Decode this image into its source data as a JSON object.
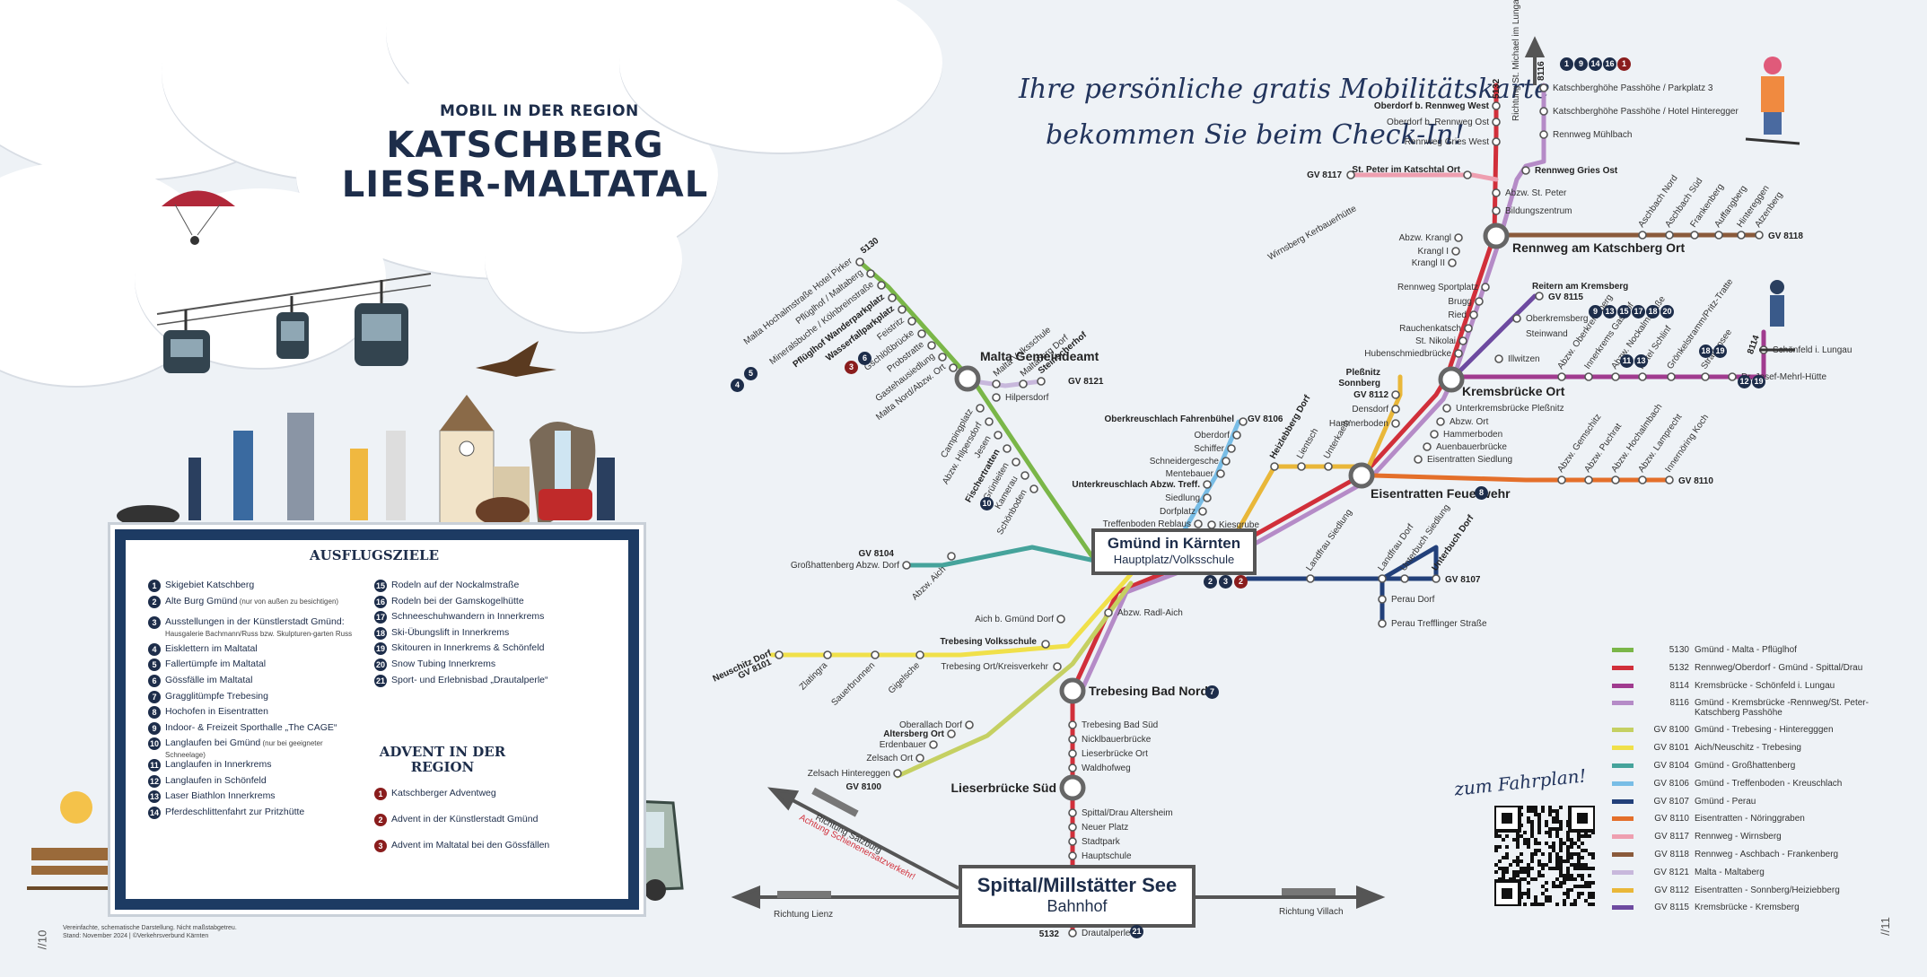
{
  "header": {
    "kicker": "MOBIL IN DER REGION",
    "title_line1": "KATSCHBERG",
    "title_line2": "LIESER-MALTATAL"
  },
  "tagline": {
    "line1": "Ihre persönliche gratis Mobilitätskarte",
    "line2": "bekommen Sie beim Check-In!"
  },
  "board": {
    "title": "AUSFLUGSZIELE",
    "left": [
      {
        "n": "1",
        "t": "Skigebiet Katschberg"
      },
      {
        "n": "2",
        "t": "Alte Burg Gmünd",
        "note": "(nur von außen zu besichtigen)"
      },
      {
        "n": "3",
        "t": "Ausstellungen in der Künstlerstadt Gmünd:",
        "note": "Hausgalerie Bachmann/Russ bzw. Skulpturen-garten Russ"
      },
      {
        "n": "4",
        "t": "Eisklettern im Maltatal"
      },
      {
        "n": "5",
        "t": "Fallertümpfe im Maltatal"
      },
      {
        "n": "6",
        "t": "Gössfälle im Maltatal"
      },
      {
        "n": "7",
        "t": "Gragglitümpfe Trebesing"
      },
      {
        "n": "8",
        "t": "Hochofen in Eisentratten"
      },
      {
        "n": "9",
        "t": "Indoor- & Freizeit Sporthalle „The CAGE“"
      },
      {
        "n": "10",
        "t": "Langlaufen bei Gmünd",
        "note": "(nur bei geeigneter Schneelage)"
      },
      {
        "n": "11",
        "t": "Langlaufen in Innerkrems"
      },
      {
        "n": "12",
        "t": "Langlaufen in Schönfeld"
      },
      {
        "n": "13",
        "t": "Laser Biathlon Innerkrems"
      },
      {
        "n": "14",
        "t": "Pferdeschlittenfahrt zur Pritzhütte"
      }
    ],
    "right": [
      {
        "n": "15",
        "t": "Rodeln auf der Nockalmstraße"
      },
      {
        "n": "16",
        "t": "Rodeln bei der Gamskogelhütte"
      },
      {
        "n": "17",
        "t": "Schneeschuhwandern in Innerkrems"
      },
      {
        "n": "18",
        "t": "Ski-Übungslift in Innerkrems"
      },
      {
        "n": "19",
        "t": "Skitouren in Innerkrems & Schönfeld"
      },
      {
        "n": "20",
        "t": "Snow Tubing Innerkrems"
      },
      {
        "n": "21",
        "t": "Sport- und Erlebnisbad „Drautalperle“"
      }
    ],
    "advent_title": "ADVENT IN DER REGION",
    "advent": [
      {
        "n": "1",
        "t": "Katschberger Adventweg"
      },
      {
        "n": "2",
        "t": "Advent in der Künstlerstadt Gmünd"
      },
      {
        "n": "3",
        "t": "Advent im Maltatal bei den Gössfällen"
      }
    ]
  },
  "footer_note": {
    "line1": "Vereinfachte, schematische Darstellung. Nicht maßstabgetreu.",
    "line2": "Stand: November 2024 | ©Verkehrsverbund Kärnten"
  },
  "page_left": "//10",
  "page_right": "//11",
  "hubs": {
    "gmuend_title": "Gmünd in Kärnten",
    "gmuend_sub": "Hauptplatz/Volksschule",
    "spittal_title": "Spittal/Millstätter See",
    "spittal_sub": "Bahnhof",
    "malta": "Malta Gemeindeamt",
    "trebesing": "Trebesing Bad Nord",
    "lieserbruecke": "Lieserbrücke Süd",
    "eisentratten": "Eisentratten Feuerwehr",
    "kremsbruecke": "Kremsbrücke Ort",
    "rennweg": "Rennweg am Katschberg Ort"
  },
  "directions": {
    "salzburg": "Richtung Salzburg",
    "schienen": "Achtung Schienenersatzverkehr!",
    "lienz": "Richtung Lienz",
    "villach": "Richtung Villach",
    "michael": "Richtung St. Michael im Lungau"
  },
  "qr_label": "zum Fahrplan!",
  "line_colors": {
    "5130": "#7ab648",
    "5132": "#d12f3a",
    "8114": "#a03b8f",
    "8116": "#b58bc7",
    "8100": "#c5d062",
    "8101": "#f0e04a",
    "8104": "#45a39b",
    "8106": "#78bde6",
    "8107": "#22407a",
    "8110": "#e46f2a",
    "8117": "#ee9fb0",
    "8118": "#8a5a3b",
    "8121": "#c8b8dc",
    "8112": "#e9b739",
    "8115": "#6d4aa0"
  },
  "legend": [
    {
      "code": "5130",
      "t": "Gmünd - Malta - Pflüglhof",
      "c": "#7ab648"
    },
    {
      "code": "5132",
      "t": "Rennweg/Oberdorf - Gmünd - Spittal/Drau",
      "c": "#d12f3a"
    },
    {
      "code": "8114",
      "t": "Kremsbrücke - Schönfeld i. Lungau",
      "c": "#a03b8f"
    },
    {
      "code": "8116",
      "t": "Gmünd - Kremsbrücke -Rennweg/St. Peter-Katschberg Passhöhe",
      "c": "#b58bc7"
    },
    {
      "code": "GV 8100",
      "t": "Gmünd - Trebesing - Hinteregggen",
      "c": "#c5d062"
    },
    {
      "code": "GV 8101",
      "t": "Aich/Neuschitz - Trebesing",
      "c": "#f0e04a"
    },
    {
      "code": "GV 8104",
      "t": "Gmünd - Großhattenberg",
      "c": "#45a39b"
    },
    {
      "code": "GV 8106",
      "t": "Gmünd - Treffenboden - Kreuschlach",
      "c": "#78bde6"
    },
    {
      "code": "GV 8107",
      "t": "Gmünd - Perau",
      "c": "#22407a"
    },
    {
      "code": "GV 8110",
      "t": "Eisentratten - Nöringgraben",
      "c": "#e46f2a"
    },
    {
      "code": "GV 8117",
      "t": "Rennweg - Wirnsberg",
      "c": "#ee9fb0"
    },
    {
      "code": "GV 8118",
      "t": "Rennweg - Aschbach - Frankenberg",
      "c": "#8a5a3b"
    },
    {
      "code": "GV 8121",
      "t": "Malta - Maltaberg",
      "c": "#c8b8dc"
    },
    {
      "code": "GV 8112",
      "t": "Eisentratten - Sonnberg/Heiziebberg",
      "c": "#e9b739"
    },
    {
      "code": "GV 8115",
      "t": "Kremsbrücke - Kremsberg",
      "c": "#6d4aa0"
    }
  ],
  "stops": {
    "katschberghoehe": "Katschberghöhe Passhöhe / Parkplatz 3",
    "passhoehe_hotel": "Katschberghöhe Passhöhe / Hotel Hinteregger",
    "muehlbach": "Rennweg Mühlbach",
    "oberdorf_west": "Oberdorf b. Rennweg West",
    "oberdorf_ost": "Oberdorf b. Rennweg Ost",
    "gries_west": "Rennweg Gries West",
    "gries_ost": "Rennweg Gries Ost",
    "st_peter": "St. Peter im Katschtal Ort",
    "abzw_st_peter": "Abzw. St. Peter",
    "bildung": "Bildungszentrum",
    "gv8117": "GV 8117",
    "wirnsberg": "Wirnsberg Kerbauerhütte",
    "abzw_krangl": "Abzw. Krangl",
    "krangl1": "Krangl I",
    "krangl2": "Krangl II",
    "sportplatz": "Rennweg Sportplatz",
    "brugg": "Brugg",
    "ried": "Ried",
    "rauchenkatsch": "Rauchenkatsch",
    "st_nikolai": "St. Nikolai",
    "hubenschmied": "Hubenschmiedbrücke",
    "reitern": "Reitern am Kremsberg",
    "gv8115": "GV 8115",
    "oberkrems": "Oberkremsberg",
    "steinwand": "Steinwand",
    "illwitzen": "Illwitzen",
    "plessnitz": "Pleßnitz",
    "sonnberg": "Sonnberg",
    "gv8112": "GV 8112",
    "densdorf": "Densdorf",
    "hammerboden1": "Hammerboden",
    "unterkrems": "Unterkremsbrücke Pleßnitz",
    "abzw_ort": "Abzw. Ort",
    "hammerboden2": "Hammerboden",
    "auenbauer": "Auenbauerbrücke",
    "eis_siedlung": "Eisentratten Siedlung",
    "aschbach_nord": "Aschbach Nord",
    "aschbach_sued": "Aschbach Süd",
    "frankenberg": "Frankenberg",
    "auffanger": "Auffangberg",
    "hintereggen": "Hintereggen",
    "atzenberg": "Atzenberg",
    "gv8118": "GV 8118",
    "abzw_oberkrems": "Abzw. Oberkremsberg",
    "innerkrems_gs": "Innerkrems Gasthof",
    "abzw_nock": "Abzw. Nockalmstraße",
    "hotel_schlinf": "Hotel Schlinf",
    "graenkel": "Grönkelstramm/Pritz-Tratte",
    "strassensee": "Straßensee",
    "schoenfeld": "Schönfeld i. Lungau",
    "mehrl": "Dr. Josef-Mehrl-Hütte",
    "b8114": "8114",
    "abzw_gemschitz": "Abzw. Gemschitz",
    "abzw_puchrat": "Abzw. Puchrat",
    "abzw_hochalm": "Abzw. Hochalmbach",
    "abzw_lamprecht": "Abzw. Lamprecht",
    "innernoering": "Innernöring Koch",
    "gv8110": "GV 8110",
    "heizlebberg": "Heizlebberg Dorf",
    "lientsch": "Lientsch",
    "unterkaelb": "Unterkaelb.",
    "oberkreuschlach": "Oberkreuschlach Fahrenbühel",
    "gv8106": "GV 8106",
    "oberdorf2": "Oberdorf",
    "schiffer": "Schiffer",
    "schneidergesche": "Schneidergesche",
    "mentebauer": "Mentebauer",
    "unterkreuschlach": "Unterkreuschlach Abzw. Treff.",
    "siedlung": "Siedlung",
    "dorfplatz": "Dorfplatz",
    "treffenboden": "Treffenboden Reblaus",
    "kiesgrube": "Kiesgrube",
    "b5130": "5130",
    "pflueglhof": "Malta Hochalmstraße Hotel Pirker",
    "pflueglhof2": "Pflüglhof / Maltaberg",
    "mineralsbuche": "Mineralsbuche / Kölnbreinstraße",
    "pflueglhof3": "Pflüglhof Wanderparkplatz",
    "wasserfall": "Wasserfallparkplatz",
    "feistritz": "Feistritz",
    "gschloess": "Gschlößbrücke",
    "probstratte": "Probstratte",
    "gaesthaus": "Gastehausiedlung",
    "malta_nord": "Malta Nord/Abzw. Ort",
    "malta_vs": "Malta Volksschule",
    "maltaberg": "Maltaberg Dorf",
    "steinscherhof": "Steinscherhof",
    "hilpersdorf": "Hilpersdorf",
    "gv8121": "GV 8121",
    "campingplatz": "Campingplatz",
    "abzw_hilpersdorf": "Abzw. Hilpersdorf",
    "jesen": "Jesen",
    "fischertratten": "Fischertratten",
    "gruenleiten": "Grünleiten",
    "kamerau": "Kamerau",
    "schoenboden": "Schönboden",
    "gv8104": "GV 8104",
    "grosshattenberg": "Großhattenberg Abzw. Dorf",
    "abzw_aich": "Abzw. Aich",
    "landfrau": "Landfrau Siedlung",
    "landfrau_dorf": "Landfrau Dorf",
    "unterbuch": "Unterbuch Siedlung",
    "unterbuch_dorf": "Unterbuch Dorf",
    "gv8107": "GV 8107",
    "perau_dorf": "Perau Dorf",
    "perau_treff": "Perau Trefflinger Straße",
    "aich_dorf": "Aich b. Gmünd Dorf",
    "abzw_radl": "Abzw. Radl-Aich",
    "trebesing_vs": "Trebesing Volksschule",
    "trebesing_kv": "Trebesing Ort/Kreisverkehr",
    "neuschitz": "Neuschitz Dorf",
    "gv8101": "GV 8101",
    "zlatingra": "Zlatingra",
    "sauerbrunnen": "Sauerbrunnen",
    "gigelsche": "Gigelsche",
    "oberallach": "Oberallach Dorf",
    "altersberg": "Altersberg Ort",
    "erdenbauer": "Erdenbauer",
    "zelsach_ort": "Zelsach Ort",
    "zelsach_hint": "Zelsach Hintereggen",
    "gv8100": "GV 8100",
    "trebesing_sued": "Trebesing Bad Süd",
    "nicklbauer": "Nicklbauerbrücke",
    "lieser_ort": "Lieserbrücke Ort",
    "waldhofweg": "Waldhofweg",
    "altersheim": "Spittal/Drau Altersheim",
    "neuer_platz": "Neuer Platz",
    "stadtpark": "Stadtpark",
    "hauptschule": "Hauptschule",
    "b5132": "5132",
    "drautalperle": "Drautalperle",
    "b8116": "8116",
    "b5132top": "5132"
  }
}
